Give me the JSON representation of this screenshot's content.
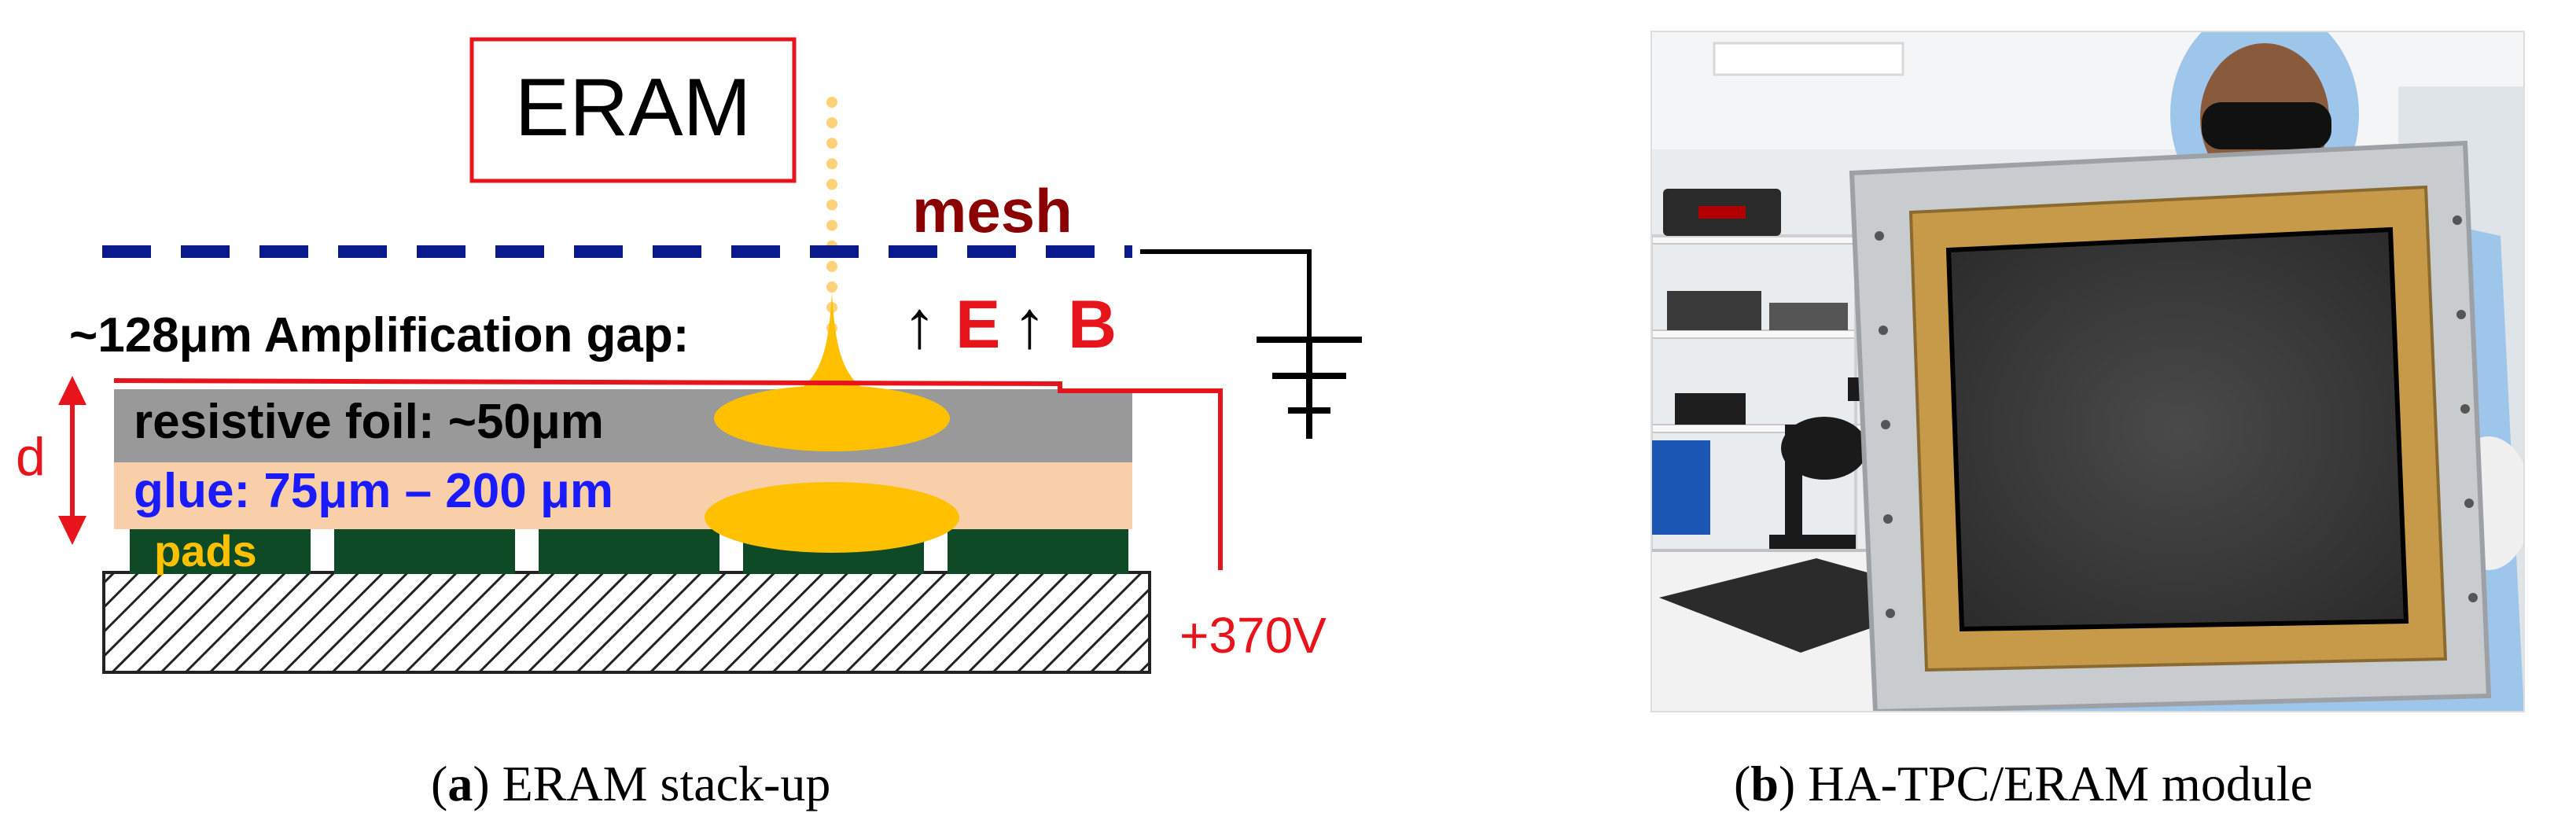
{
  "panel_a": {
    "title_box": "ERAM",
    "mesh_label": "mesh",
    "gap_label": "~128μm Amplification gap:",
    "field_E": "E",
    "field_B": "B",
    "field_arrow": "↑",
    "resistive_label": "resistive foil: ~50μm",
    "glue_label": "glue: 75μm – 200 μm",
    "pads_label": "pads",
    "d_label": "d",
    "voltage_label": "+370V"
  },
  "captions": {
    "a_letter": "a",
    "a_text": " ERAM stack-up",
    "b_letter": "b",
    "b_text": " HA-TPC/ERAM module"
  },
  "colors": {
    "mesh_blue": "#0a1a8c",
    "mesh_label": "#8b0000",
    "red": "#e8141c",
    "charge_yellow": "#ffc000",
    "resistive_gray": "#999999",
    "glue_peach": "#f8cfa8",
    "pad_green": "#0d4a25",
    "glue_text_blue": "#1a1aff"
  }
}
